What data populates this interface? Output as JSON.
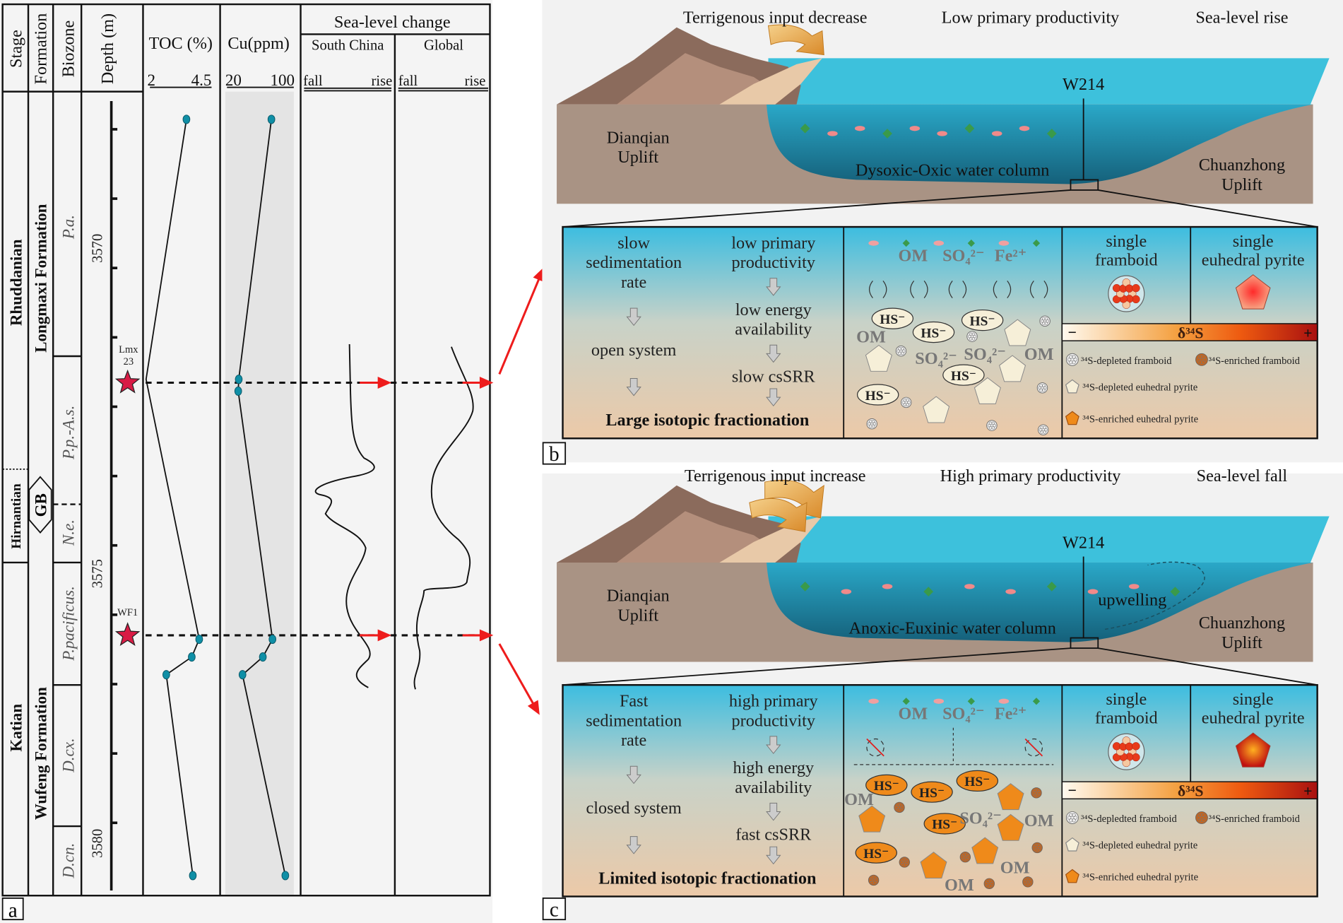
{
  "panel_a": {
    "label": "a",
    "headers": {
      "stage": "Stage",
      "formation": "Formation",
      "biozone": "Biozone",
      "depth": "Depth (m)",
      "toc": "TOC (%)",
      "cu": "Cu(ppm)",
      "sea_level": "Sea-level change",
      "south_china": "South China",
      "global": "Global"
    },
    "scales": {
      "toc_min": "2",
      "toc_max": "4.5",
      "cu_min": "20",
      "cu_max": "100",
      "sc_fall": "fall",
      "sc_rise": "rise",
      "gl_fall": "fall",
      "gl_rise": "rise"
    },
    "stages": [
      "Rhuddanian",
      "Hirnantian",
      "Katian"
    ],
    "formations": [
      "Longmaxi Formation",
      "GB",
      "Wufeng Formation"
    ],
    "biozones": [
      "P.a.",
      "P.p.-A.s.",
      "N.e.",
      "P.pacificus.",
      "D.cx.",
      "D.cn."
    ],
    "depth_labels": [
      "3570",
      "3575",
      "3580"
    ],
    "samples": [
      {
        "name_1": "Lmx",
        "name_2": "23"
      },
      {
        "name_1": "WF1"
      }
    ],
    "marker_color": "#d81b45",
    "point_color": "#0f8fa6",
    "arrow_color": "#ee1c1c"
  },
  "chart_data": {
    "type": "line",
    "ylabel": "Depth (m)",
    "series": [
      {
        "name": "TOC (%)",
        "xlim": [
          2,
          4.5
        ],
        "points": [
          [
            3.6,
            3567.6
          ],
          [
            1.7,
            3572.0
          ],
          [
            4.2,
            3576.4
          ],
          [
            3.85,
            3576.7
          ],
          [
            2.65,
            3577.0
          ],
          [
            3.9,
            3580.4
          ]
        ]
      },
      {
        "name": "Cu(ppm)",
        "xlim": [
          20,
          100
        ],
        "points": [
          [
            87,
            3567.6
          ],
          [
            26,
            3572.0
          ],
          [
            25,
            3572.2
          ],
          [
            89,
            3576.4
          ],
          [
            71,
            3576.7
          ],
          [
            33,
            3577.0
          ],
          [
            113,
            3580.4
          ]
        ]
      }
    ]
  },
  "panels": [
    {
      "label": "b",
      "sketch": {
        "terrigenous": "Terrigenous input decrease",
        "productivity": "Low  primary productivity",
        "sea_level": "Sea-level rise",
        "well": "W214",
        "west_1": "Dianqian",
        "west_2": "Uplift",
        "east_1": "Chuanzhong",
        "east_2": "Uplift",
        "water": "Dysoxic-Oxic water column"
      },
      "box": {
        "col1": [
          "slow",
          "sedimentation",
          "rate"
        ],
        "col1_mid": "open system",
        "result": "Large isotopic fractionation",
        "col2": [
          "low primary",
          "productivity"
        ],
        "col2_mid": [
          "low energy",
          "availability"
        ],
        "col2_end": "slow csSRR",
        "species": [
          "OM",
          "SO₄²⁻",
          "Fe²⁺"
        ],
        "hs": "HS⁻",
        "om": "OM",
        "so4": "SO₄²⁻",
        "framboid_title": [
          "single",
          "framboid"
        ],
        "pyrite_title": [
          "single",
          "euhedral pyrite"
        ],
        "delta_minus": "−",
        "delta": "δ³⁴S",
        "delta_plus": "+",
        "legend": [
          "³⁴S-depleted framboid",
          "³⁴S-enriched framboid",
          "³⁴S-depleted euhedral pyrite",
          "³⁴S-enriched euhedral pyrite"
        ]
      }
    },
    {
      "label": "c",
      "sketch": {
        "terrigenous": "Terrigenous input increase",
        "productivity": "High primary productivity",
        "sea_level": "Sea-level fall",
        "well": "W214",
        "west_1": "Dianqian",
        "west_2": "Uplift",
        "east_1": "Chuanzhong",
        "east_2": "Uplift",
        "water": "Anoxic-Euxinic water column",
        "upwelling": "upwelling"
      },
      "box": {
        "col1": [
          "Fast",
          "sedimentation",
          "rate"
        ],
        "col1_mid": "closed system",
        "result": "Limited isotopic fractionation",
        "col2": [
          "high primary",
          "productivity"
        ],
        "col2_mid": [
          "high energy",
          "availability"
        ],
        "col2_end": "fast csSRR",
        "species": [
          "OM",
          "SO₄²⁻",
          "Fe²⁺"
        ],
        "hs": "HS⁻",
        "om": "OM",
        "so4": "SO₄²⁻",
        "framboid_title": [
          "single",
          "framboid"
        ],
        "pyrite_title": [
          "single",
          "euhedral pyrite"
        ],
        "delta_minus": "−",
        "delta": "δ³⁴S",
        "delta_plus": "+",
        "legend": [
          "³⁴S-depledted framboid",
          "³⁴S-enriched framboid",
          "³⁴S-depleted euhedral pyrite",
          "³⁴S-enriched euhedral pyrite"
        ]
      }
    }
  ]
}
